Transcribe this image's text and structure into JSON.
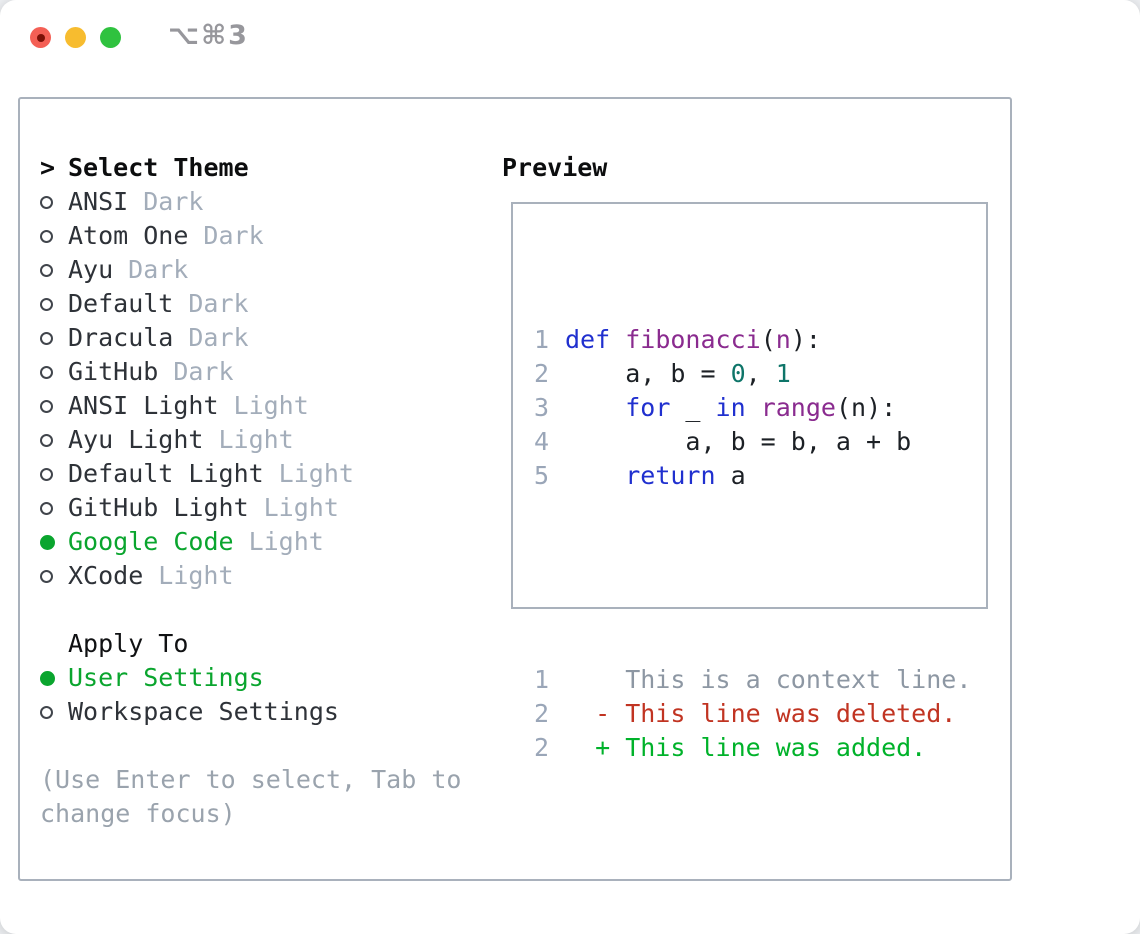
{
  "window": {
    "shortcut": "⌥⌘3"
  },
  "theme_selector": {
    "header_prefix": ">",
    "header": "Select Theme",
    "themes": [
      {
        "name": "ANSI",
        "variant": "Dark",
        "selected": false
      },
      {
        "name": "Atom One",
        "variant": "Dark",
        "selected": false
      },
      {
        "name": "Ayu",
        "variant": "Dark",
        "selected": false
      },
      {
        "name": "Default",
        "variant": "Dark",
        "selected": false
      },
      {
        "name": "Dracula",
        "variant": "Dark",
        "selected": false
      },
      {
        "name": "GitHub",
        "variant": "Dark",
        "selected": false
      },
      {
        "name": "ANSI Light",
        "variant": "Light",
        "selected": false
      },
      {
        "name": "Ayu Light",
        "variant": "Light",
        "selected": false
      },
      {
        "name": "Default Light",
        "variant": "Light",
        "selected": false
      },
      {
        "name": "GitHub Light",
        "variant": "Light",
        "selected": false
      },
      {
        "name": "Google Code",
        "variant": "Light",
        "selected": true
      },
      {
        "name": "XCode",
        "variant": "Light",
        "selected": false
      }
    ],
    "apply_to": {
      "header": "Apply To",
      "options": [
        {
          "label": "User Settings",
          "selected": true
        },
        {
          "label": "Workspace Settings",
          "selected": false
        }
      ]
    },
    "hint": "(Use Enter to select, Tab to change focus)"
  },
  "preview": {
    "header": "Preview",
    "code": [
      {
        "num": "1",
        "tokens": [
          {
            "t": "def",
            "c": "kw"
          },
          {
            "t": " ",
            "c": "pl"
          },
          {
            "t": "fibonacci",
            "c": "fn"
          },
          {
            "t": "(",
            "c": "pl"
          },
          {
            "t": "n",
            "c": "fn"
          },
          {
            "t": "):",
            "c": "pl"
          }
        ]
      },
      {
        "num": "2",
        "tokens": [
          {
            "t": "    a, b = ",
            "c": "pl"
          },
          {
            "t": "0",
            "c": "num"
          },
          {
            "t": ", ",
            "c": "pl"
          },
          {
            "t": "1",
            "c": "num"
          }
        ]
      },
      {
        "num": "3",
        "tokens": [
          {
            "t": "    ",
            "c": "pl"
          },
          {
            "t": "for",
            "c": "kw"
          },
          {
            "t": " _ ",
            "c": "pl"
          },
          {
            "t": "in",
            "c": "kw"
          },
          {
            "t": " ",
            "c": "pl"
          },
          {
            "t": "range",
            "c": "fn"
          },
          {
            "t": "(n):",
            "c": "pl"
          }
        ]
      },
      {
        "num": "4",
        "tokens": [
          {
            "t": "        a, b = b, a + b",
            "c": "pl"
          }
        ]
      },
      {
        "num": "5",
        "tokens": [
          {
            "t": "    ",
            "c": "pl"
          },
          {
            "t": "return",
            "c": "kw"
          },
          {
            "t": " a",
            "c": "pl"
          }
        ]
      }
    ],
    "diff": [
      {
        "num": "1",
        "type": "context",
        "text": "    This is a context line."
      },
      {
        "num": "2",
        "type": "deleted",
        "text": "  - This line was deleted."
      },
      {
        "num": "2",
        "type": "added",
        "text": "  + This line was added."
      }
    ]
  },
  "colors": {
    "accent_green": "#0aa52e",
    "keyword": "#2030cf",
    "function_name": "#8a2b8f",
    "number_literal": "#0e7569",
    "code_plain": "#1c2025",
    "line_number": "#9aa6b8",
    "diff_context": "#8d97a3",
    "diff_deleted": "#c13422",
    "diff_added": "#00b22a",
    "theme_name": "#2e3238",
    "variant_tag": "#a3adba",
    "hint_text": "#9aa3ad",
    "radio_outline": "#41454c",
    "panel_border": "#a9b1bc",
    "traffic_red": "#f45f55",
    "traffic_red_dot": "#7c1007",
    "traffic_yellow": "#f7bc2f",
    "traffic_green": "#2fc23f",
    "titlebar_text": "#97979c"
  }
}
